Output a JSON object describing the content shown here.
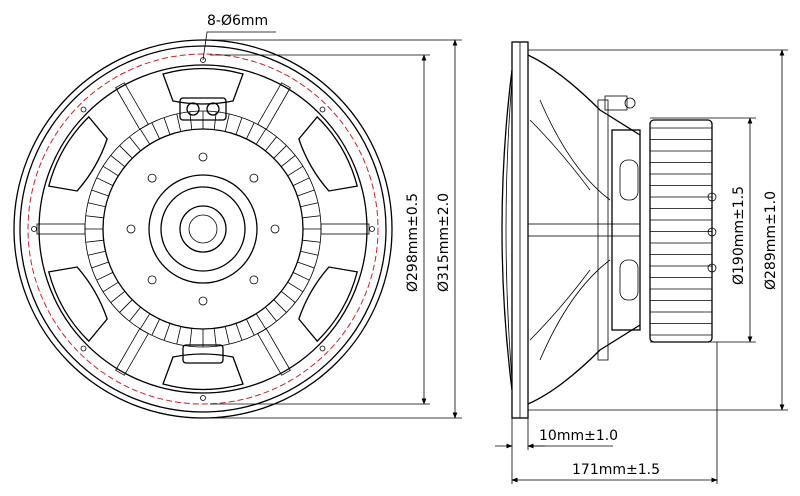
{
  "labels": {
    "mount_holes": "8-Ø6mm",
    "baffle_diameter": "Ø298mm±0.5",
    "outer_diameter": "Ø315mm±2.0",
    "magnet_diameter": "Ø190mm±1.5",
    "basket_diameter": "Ø289mm±1.0",
    "flange_thickness": "10mm±1.0",
    "overall_depth": "171mm±1.5"
  },
  "colors": {
    "line": "#000000",
    "bolt_circle": "#d02020"
  }
}
